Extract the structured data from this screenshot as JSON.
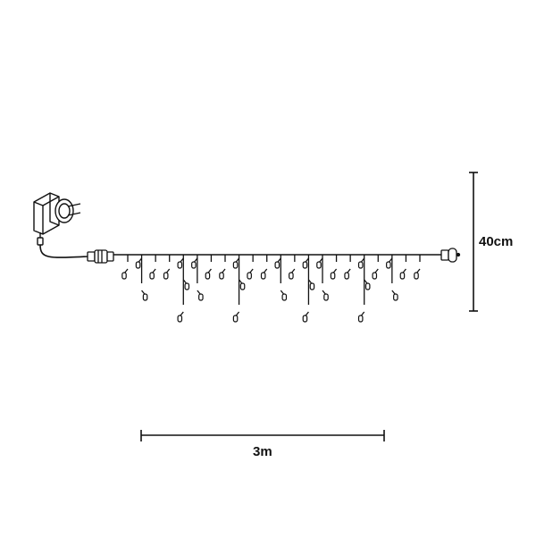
{
  "dimensions": {
    "height_label": "40cm",
    "width_label": "3m"
  },
  "icicle_string": {
    "drop_count": 22,
    "drop_lengths_leds": [
      1,
      2,
      1,
      1,
      3,
      2,
      1,
      1,
      3,
      1,
      1,
      2,
      1,
      3,
      2,
      1,
      1,
      3,
      1,
      2,
      1,
      1
    ]
  },
  "colors": {
    "line": "#111111",
    "background": "#ffffff"
  }
}
